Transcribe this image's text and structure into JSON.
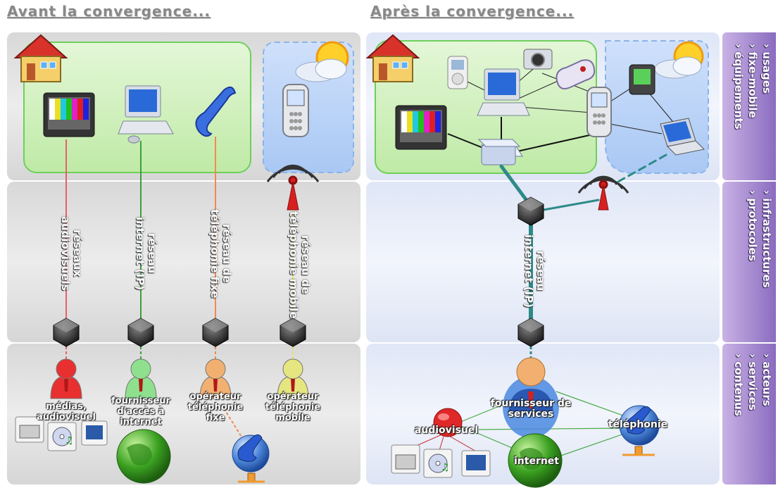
{
  "titles": {
    "before": "Avant la convergence...",
    "after": "Après la convergence..."
  },
  "before": {
    "networks": [
      {
        "label": "réseaux\naudiovisuels",
        "color": "#e8606a"
      },
      {
        "label": "réseau\ninternet (IP)",
        "color": "#3aa03a"
      },
      {
        "label": "réseau de\ntéléphonie fixe",
        "color": "#f08a50"
      },
      {
        "label": "réseau de\ntéléphonie mobile",
        "color": "#e6e060"
      }
    ],
    "actors": [
      {
        "label": "médias,\naudiovisuel",
        "color": "#e83030"
      },
      {
        "label": "fournisseur\nd'accès à\ninternet",
        "color": "#8ee08e"
      },
      {
        "label": "opérateur\ntéléphonie\nfixe",
        "color": "#f2b070"
      },
      {
        "label": "opérateur\ntéléphonie\nmobile",
        "color": "#e6e680"
      }
    ]
  },
  "after": {
    "network": {
      "label": "réseau\ninternet (IP)",
      "color": "#2e8a88"
    },
    "provider": "fournisseur de\nservices",
    "services": [
      {
        "label": "audiovisuel",
        "icon": "red-ball-icon"
      },
      {
        "label": "internet",
        "icon": "globe-icon"
      },
      {
        "label": "téléphonie",
        "icon": "globe-phone-icon"
      }
    ]
  },
  "layers": [
    {
      "line1": "› usages",
      "line2": "› fixe-mobile",
      "line3": "› équipements"
    },
    {
      "line1": "› infrastructures",
      "line2": "› protocoles",
      "line3": ""
    },
    {
      "line1": "› acteurs",
      "line2": "› services",
      "line3": "› contenus"
    }
  ]
}
